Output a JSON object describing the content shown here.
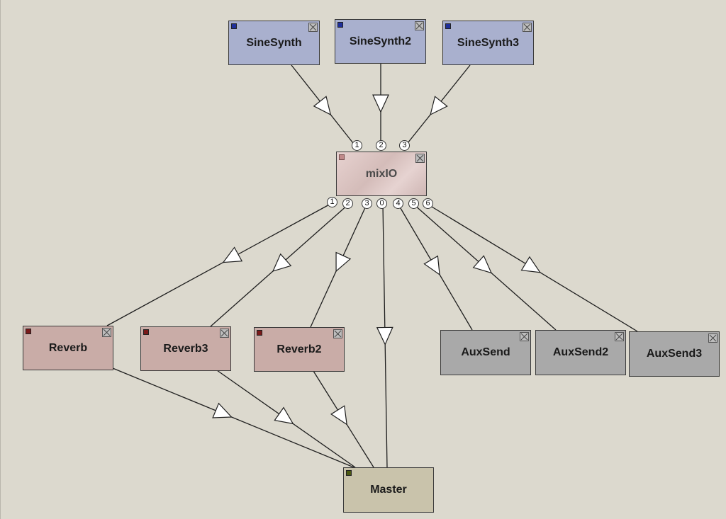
{
  "colors": {
    "canvas": "#dcd9ce",
    "synth": "#a9b0ce",
    "mixer": "#e0c9c7",
    "reverb": "#c9aca7",
    "aux": "#a9a9a9",
    "master": "#c9c3ab",
    "edge": "#1e1e1e"
  },
  "nodes": {
    "sinesynth": {
      "label": "SineSynth",
      "kind": "synth",
      "icon": "close-icon"
    },
    "sinesynth2": {
      "label": "SineSynth2",
      "kind": "synth",
      "icon": "close-icon"
    },
    "sinesynth3": {
      "label": "SineSynth3",
      "kind": "synth",
      "icon": "close-icon"
    },
    "mixio": {
      "label": "mixIO",
      "kind": "mixer",
      "icon": "close-icon",
      "input_ports": [
        "1",
        "2",
        "3"
      ],
      "output_ports": [
        "1",
        "2",
        "3",
        "0",
        "4",
        "5",
        "6"
      ]
    },
    "reverb": {
      "label": "Reverb",
      "kind": "reverb",
      "icon": "close-icon"
    },
    "reverb3": {
      "label": "Reverb3",
      "kind": "reverb",
      "icon": "close-icon"
    },
    "reverb2": {
      "label": "Reverb2",
      "kind": "reverb",
      "icon": "close-icon"
    },
    "auxsend": {
      "label": "AuxSend",
      "kind": "aux",
      "icon": "close-icon"
    },
    "auxsend2": {
      "label": "AuxSend2",
      "kind": "aux",
      "icon": "close-icon"
    },
    "auxsend3": {
      "label": "AuxSend3",
      "kind": "aux",
      "icon": "close-icon"
    },
    "master": {
      "label": "Master",
      "kind": "master"
    }
  },
  "connections": [
    {
      "from": "sinesynth",
      "to": "mixio.in.1"
    },
    {
      "from": "sinesynth2",
      "to": "mixio.in.2"
    },
    {
      "from": "sinesynth3",
      "to": "mixio.in.3"
    },
    {
      "from": "mixio.out.1",
      "to": "reverb"
    },
    {
      "from": "mixio.out.2",
      "to": "reverb3"
    },
    {
      "from": "mixio.out.3",
      "to": "reverb2"
    },
    {
      "from": "mixio.out.0",
      "to": "master"
    },
    {
      "from": "mixio.out.4",
      "to": "auxsend"
    },
    {
      "from": "mixio.out.5",
      "to": "auxsend2"
    },
    {
      "from": "mixio.out.6",
      "to": "auxsend3"
    },
    {
      "from": "reverb",
      "to": "master"
    },
    {
      "from": "reverb3",
      "to": "master"
    },
    {
      "from": "reverb2",
      "to": "master"
    }
  ]
}
